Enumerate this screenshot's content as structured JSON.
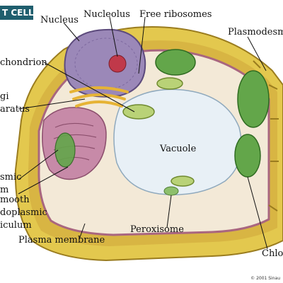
{
  "title": "T CELL",
  "labels": {
    "nucleus": "Nucleus",
    "nucleolus": "Nucleolus",
    "free_ribosomes": "Free ribosomes",
    "plasmodesmata": "Plasmodesmata",
    "mitochondrion": "chondrion",
    "golgi_line1": "gi",
    "golgi_line2": "aratus",
    "vacuole": "Vacuole",
    "rough_er_line1": "smic",
    "rough_er_line2": "m",
    "smooth_er_line1": "mooth",
    "smooth_er_line2": "doplasmic",
    "smooth_er_line3": "iculum",
    "peroxisome": "Peroxisome",
    "plasma_membrane": "Plasma membrane",
    "chloroplast": "Chlor"
  },
  "credit": "© 2001 Sinau",
  "colors": {
    "cell_wall": "#e3c84e",
    "cell_wall_dark": "#b79528",
    "cytoplasm": "#f3e9d7",
    "vacuole": "#e8f0f6",
    "nucleus": "#9b88b8",
    "nucleolus": "#c0394a",
    "chloroplast": "#63a64a",
    "er": "#c78aa8",
    "golgi": "#e6b335",
    "mitochondrion": "#b9d277",
    "title_badge": "#1f5e6e"
  }
}
